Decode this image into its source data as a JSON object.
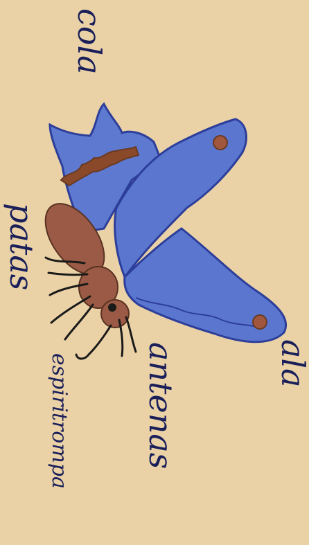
{
  "labels": {
    "cola": "cola",
    "patas": "patas",
    "ala": "ala",
    "antenas": "antenas",
    "espiritrompa": "espiritrompa"
  },
  "colors": {
    "background": "#ead2a6",
    "wing_blue": "#5b77cf",
    "wing_outline": "#2c3e9a",
    "body_brown": "#9a5a45",
    "tail_brown": "#8a4a2a",
    "text": "#1a1f5a"
  }
}
